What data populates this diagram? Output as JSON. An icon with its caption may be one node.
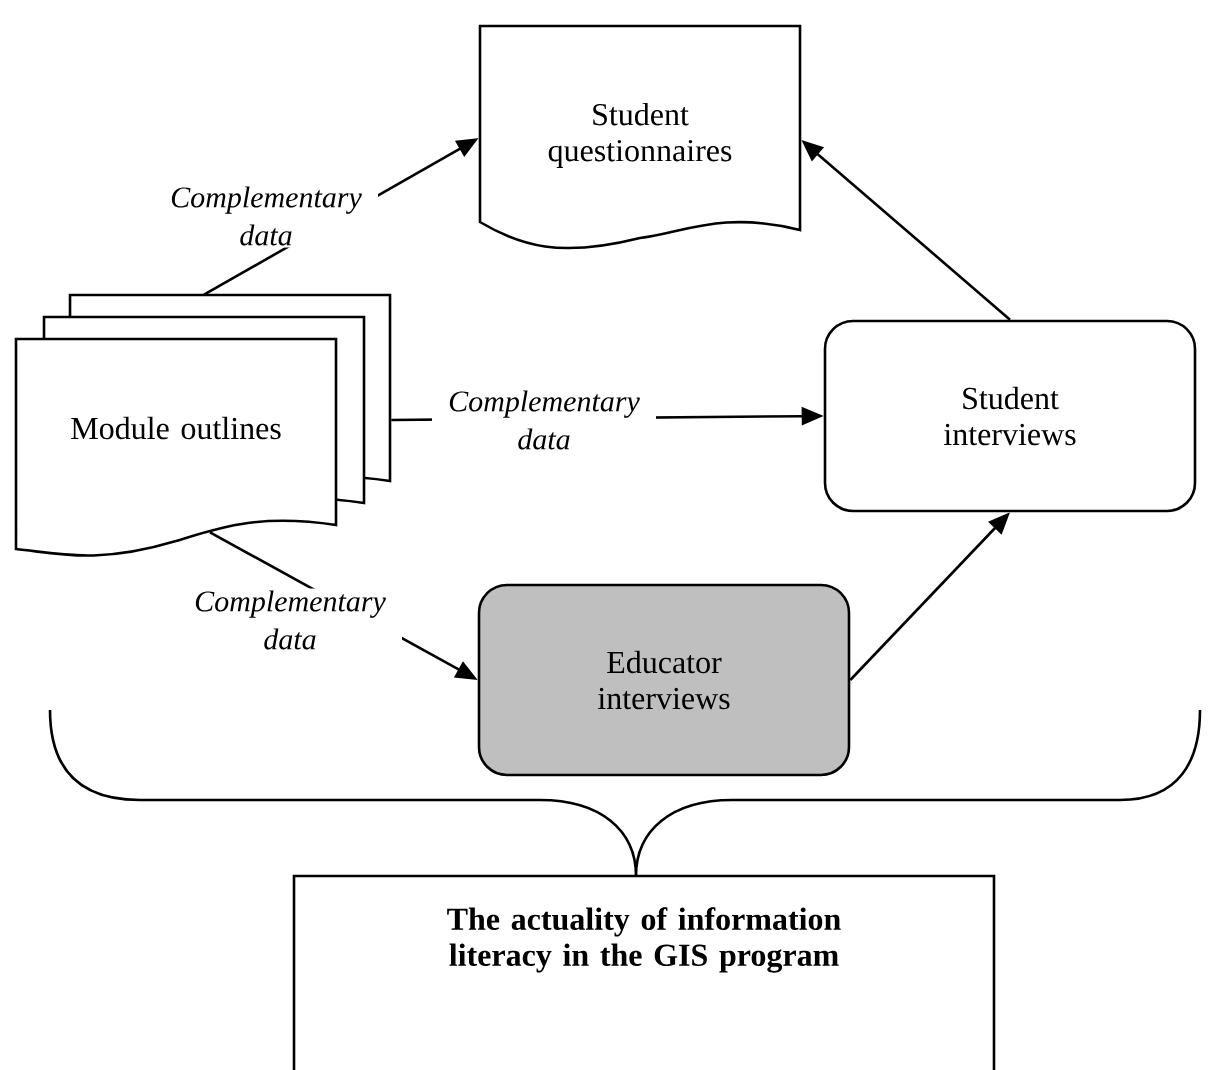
{
  "diagram": {
    "nodes": [
      {
        "text": [
          "Student questionnaires"
        ]
      },
      {
        "text": [
          "Module outlines"
        ]
      },
      {
        "text": [
          "Student interviews"
        ]
      },
      {
        "text": [
          "Educator interviews"
        ]
      },
      {
        "text": [
          "The actuality of information literacy in the GIS program"
        ]
      }
    ],
    "edges": [
      {
        "from": 1,
        "to": 0,
        "arrow": "to",
        "label": "Complementary data"
      },
      {
        "from": 1,
        "to": 2,
        "arrow": "to",
        "label": "Complementary data"
      },
      {
        "from": 1,
        "to": 3,
        "arrow": "to",
        "label": "Complementary data"
      },
      {
        "from": 3,
        "to": 2,
        "arrow": "to"
      },
      {
        "from": 2,
        "to": 0,
        "arrow": "to"
      }
    ]
  }
}
